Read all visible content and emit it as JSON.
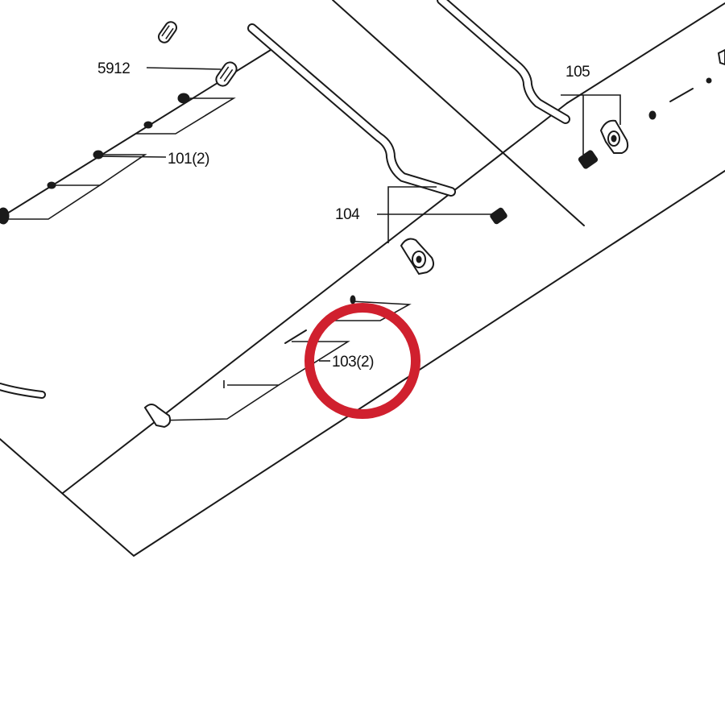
{
  "callouts": {
    "p5912": "5912",
    "p101": "101(2)",
    "p104": "104",
    "p105": "105",
    "p103": "103(2)"
  },
  "colors": {
    "line": "#1a1a1a",
    "highlight": "#d0202e",
    "background": "#ffffff"
  },
  "highlight": {
    "target": "103(2)"
  }
}
